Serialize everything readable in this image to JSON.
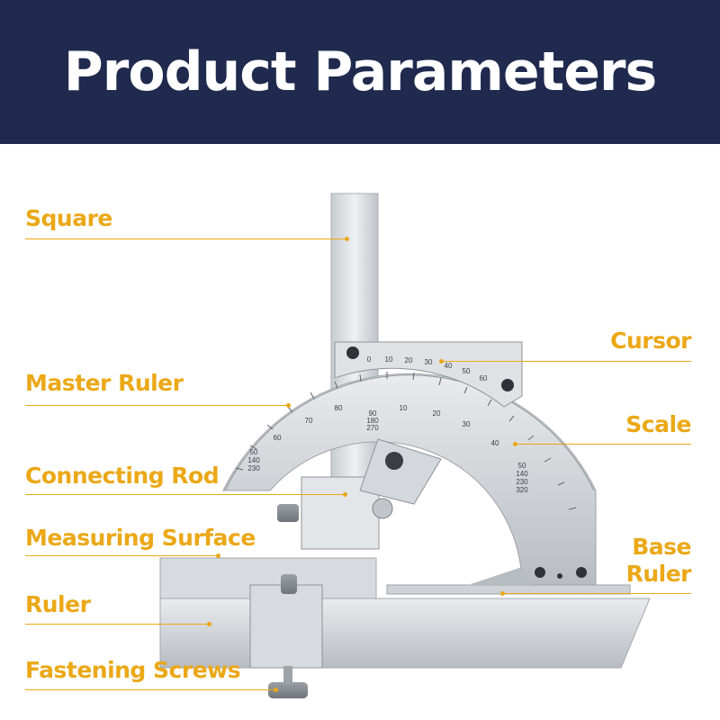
{
  "header": {
    "title": "Product Parameters"
  },
  "labels": {
    "square": "Square",
    "master_ruler": "Master Ruler",
    "connecting_rod": "Connecting Rod",
    "measuring_surface": "Measuring Surface",
    "ruler": "Ruler",
    "fastening_screws": "Fastening Screws",
    "cursor": "Cursor",
    "scale": "Scale",
    "base_ruler_line1": "Base",
    "base_ruler_line2": "Ruler"
  },
  "scale_marks": {
    "main": [
      "80",
      "70",
      "60",
      "50",
      "140",
      "230"
    ],
    "center": [
      "90",
      "180",
      "270"
    ],
    "right": [
      "10",
      "20",
      "30",
      "40",
      "50",
      "140",
      "230",
      "320"
    ],
    "cursor": [
      "0",
      "10",
      "20",
      "30",
      "40",
      "50",
      "60"
    ]
  },
  "colors": {
    "banner": "#1f2a4e",
    "accent": "#eba817",
    "text_white": "#ffffff"
  }
}
